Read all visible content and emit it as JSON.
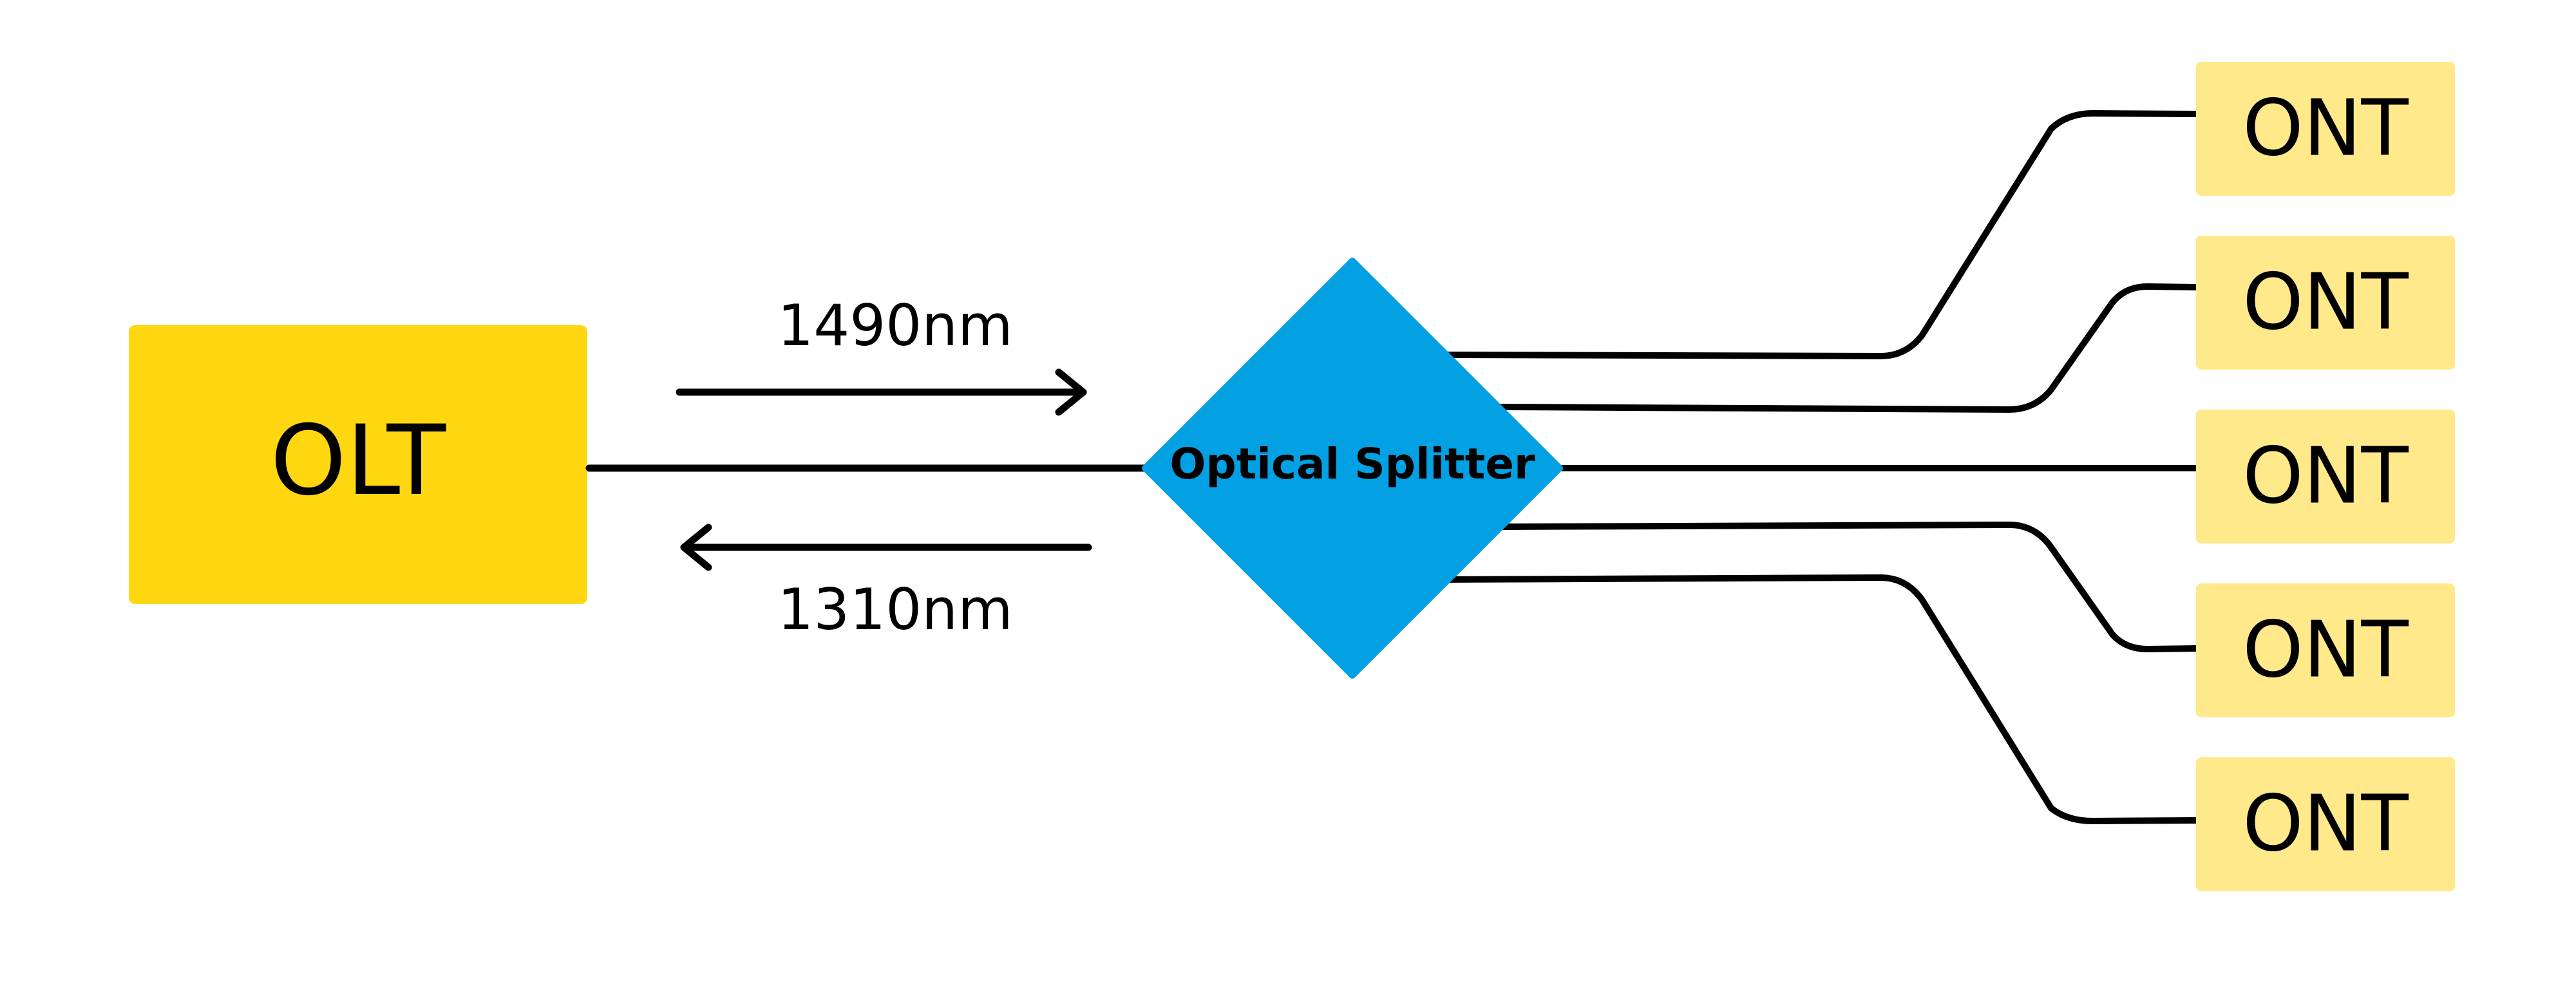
{
  "colors": {
    "olt_fill": "#FFD710",
    "ont_fill": "#FFE98A",
    "splitter_fill": "#03A0E3",
    "line": "#000000",
    "background": "#FFFFFF"
  },
  "olt": {
    "label": "OLT"
  },
  "splitter": {
    "label": "Optical Splitter"
  },
  "downstream": {
    "label": "1490nm",
    "direction": "right"
  },
  "upstream": {
    "label": "1310nm",
    "direction": "left"
  },
  "onts": [
    {
      "label": "ONT"
    },
    {
      "label": "ONT"
    },
    {
      "label": "ONT"
    },
    {
      "label": "ONT"
    },
    {
      "label": "ONT"
    }
  ]
}
